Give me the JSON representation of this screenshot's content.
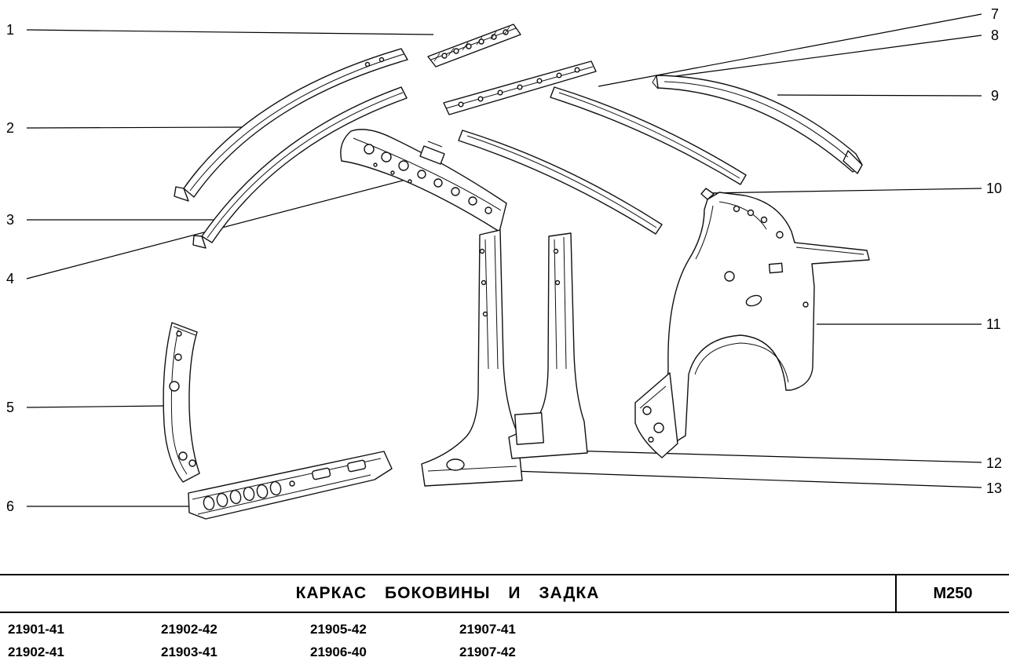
{
  "callouts": [
    {
      "label": "1"
    },
    {
      "label": "2"
    },
    {
      "label": "3"
    },
    {
      "label": "4"
    },
    {
      "label": "5"
    },
    {
      "label": "6"
    },
    {
      "label": "7"
    },
    {
      "label": "8"
    },
    {
      "label": "9"
    },
    {
      "label": "10"
    },
    {
      "label": "11"
    },
    {
      "label": "12"
    },
    {
      "label": "13"
    }
  ],
  "footer": {
    "title": "КАРКАС  БОКОВИНЫ  И  ЗАДКА",
    "code": "M250",
    "part_numbers": [
      [
        "21901-41",
        "21902-42",
        "21905-42",
        "21907-41"
      ],
      [
        "21902-41",
        "21903-41",
        "21906-40",
        "21907-42"
      ]
    ]
  },
  "colors": {
    "ink": "#000000",
    "paper": "#ffffff"
  }
}
